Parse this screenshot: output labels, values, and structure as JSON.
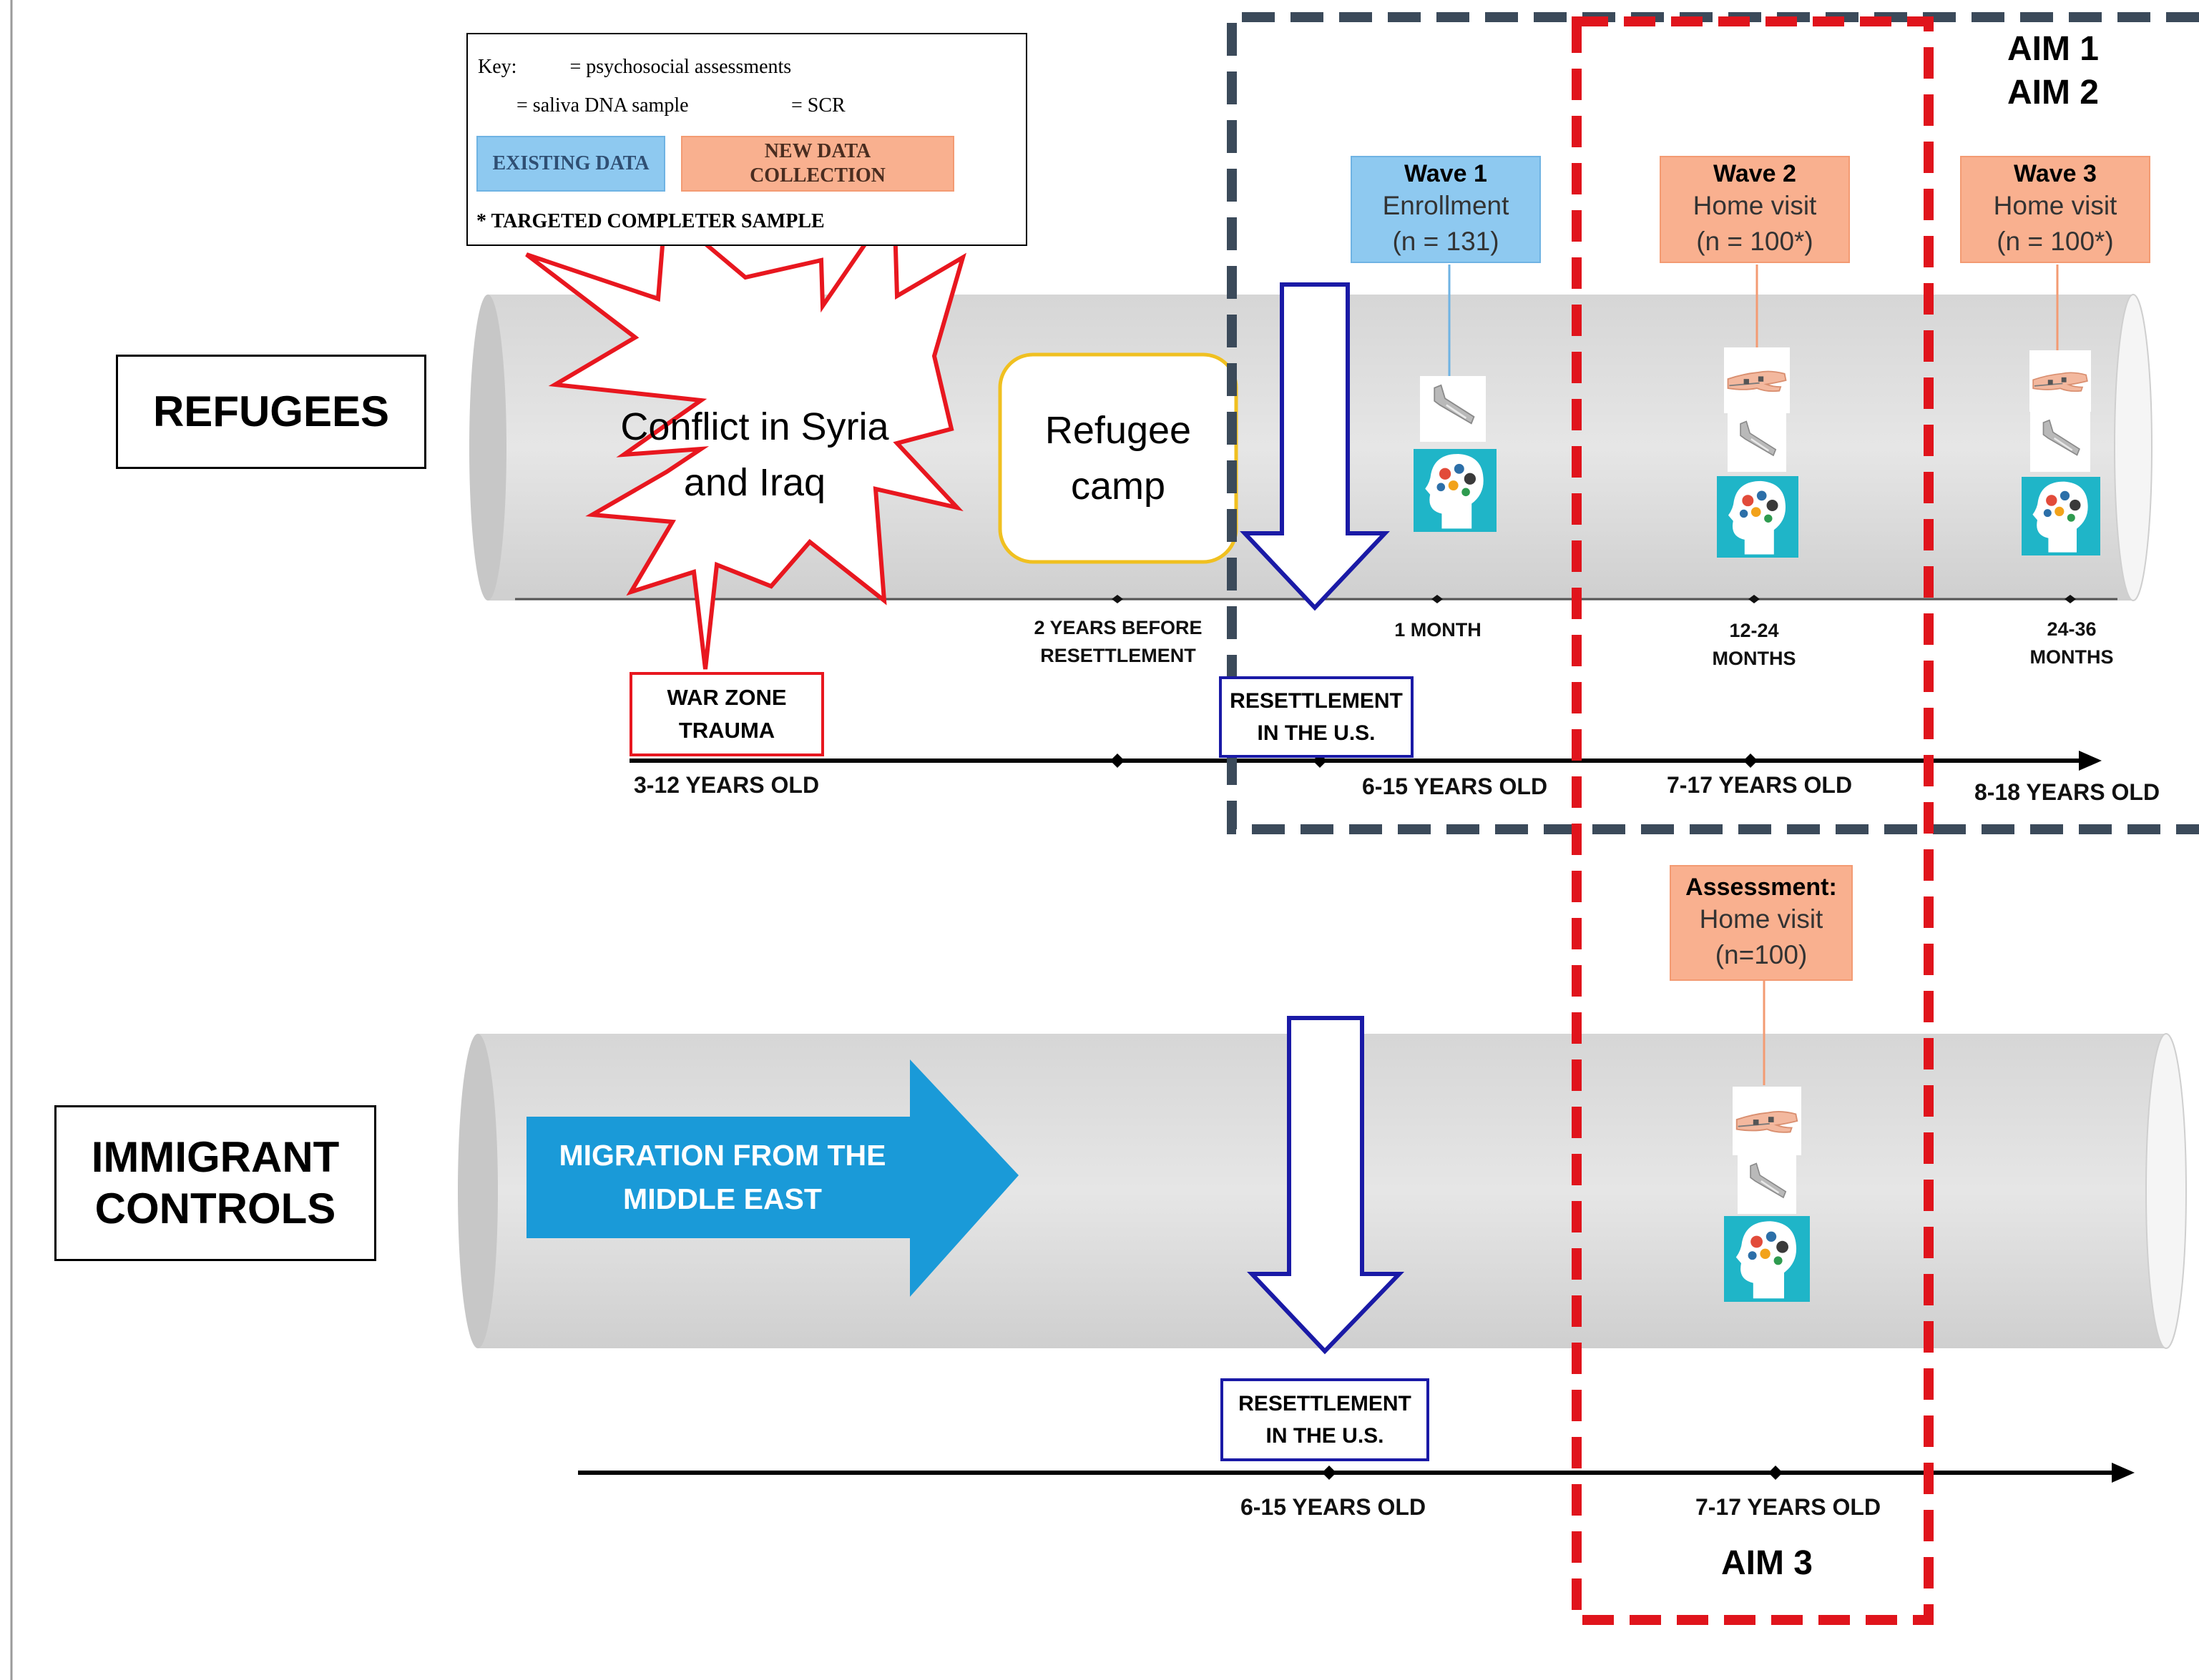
{
  "key": {
    "prefix": "Key:",
    "psychosocial": "= psychosocial assessments",
    "saliva": "= saliva DNA sample",
    "scr": "= SCR",
    "existing": "EXISTING DATA",
    "new_line1": "NEW DATA",
    "new_line2": "COLLECTION",
    "targeted": "* TARGETED COMPLETER SAMPLE"
  },
  "groups": {
    "refugees": "REFUGEES",
    "immigrant_line1": "IMMIGRANT",
    "immigrant_line2": "CONTROLS"
  },
  "conflict": {
    "line1": "Conflict in Syria",
    "line2": "and Iraq"
  },
  "camp": {
    "line1": "Refugee",
    "line2": "camp"
  },
  "war_zone": {
    "line1": "WAR ZONE",
    "line2": "TRAUMA"
  },
  "resettlement": {
    "line1": "RESETTLEMENT",
    "line2": "IN THE U.S."
  },
  "waves": [
    {
      "title": "Wave 1",
      "line1": "Enrollment",
      "line2": "(n = 131)",
      "color": "#8ec9f0"
    },
    {
      "title": "Wave 2",
      "line1": "Home visit",
      "line2": "(n = 100*)",
      "color": "#f9b08f"
    },
    {
      "title": "Wave 3",
      "line1": "Home visit",
      "line2": "(n = 100*)",
      "color": "#f9b08f"
    }
  ],
  "assessment": {
    "title": "Assessment:",
    "line1": "Home visit",
    "line2": "(n=100)"
  },
  "ticks": {
    "before_line1": "2 YEARS BEFORE",
    "before_line2": "RESETTLEMENT",
    "month1": "1 MONTH",
    "m12_line1": "12-24",
    "m12_line2": "MONTHS",
    "m24_line1": "24-36",
    "m24_line2": "MONTHS"
  },
  "ages": {
    "a3_12": "3-12 YEARS OLD",
    "a6_15": "6-15 YEARS OLD",
    "a7_17": "7-17 YEARS OLD",
    "a8_18": "8-18 YEARS OLD"
  },
  "migration": {
    "line1": "MIGRATION FROM THE",
    "line2": "MIDDLE EAST"
  },
  "aims": {
    "aim1": "AIM 1",
    "aim2": "AIM 2",
    "aim3": "AIM 3"
  },
  "colors": {
    "existing": "#8ec9f0",
    "new_collection": "#f9b08f",
    "dashed_navy": "#3b4a5a",
    "dashed_red": "#e0141c",
    "migration_arrow": "#1a9ad8",
    "resettlement_arrow": "#1a1aa6",
    "starburst": "#e8171f",
    "camp_border": "#f0c020",
    "brain_bg": "#1fb5c8"
  },
  "icons": [
    "brain-icon",
    "saliva-swab-icon",
    "scr-hand-icon"
  ]
}
